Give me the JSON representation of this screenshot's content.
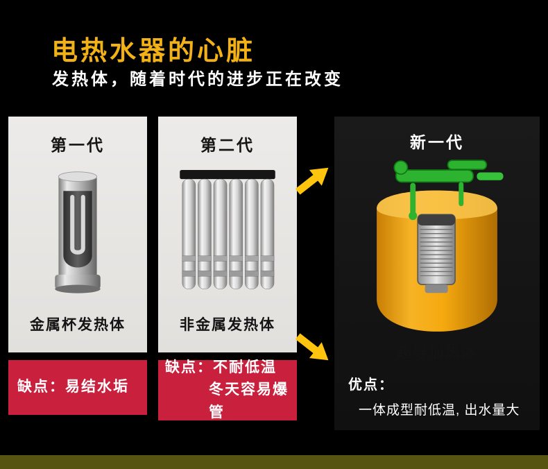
{
  "header": {
    "title": "电热水器的心脏",
    "subtitle": "发热体，随着时代的进步正在改变"
  },
  "panels": [
    {
      "generation": "第一代",
      "product": "金属杯发热体",
      "con_line1": "缺点：易结水垢",
      "illustration": "metal-cup-heating-element"
    },
    {
      "generation": "第二代",
      "product": "非金属发热体",
      "con_line1": "缺点：不耐低温",
      "con_line2": "冬天容易爆管",
      "illustration": "non-metal-tube-heating-element"
    },
    {
      "generation": "新一代",
      "product": "超导加热体",
      "pros_label": "优点：",
      "pros_text": "一体成型耐低温, 出水量大",
      "illustration": "superconducting-water-heater"
    }
  ],
  "icons": {
    "arrow_up": "arrow-up-right",
    "arrow_down": "arrow-down-right"
  },
  "colors": {
    "title_yellow": "#f2b216",
    "banner_red": "#c9203d",
    "panel_gray": "#e8e7e4",
    "panel_dark": "#161616",
    "arrow_yellow": "#ffc40d",
    "bottom_strip_olive": "#575310",
    "tank_orange": "#f5a90f",
    "component_green": "#2db32f"
  }
}
